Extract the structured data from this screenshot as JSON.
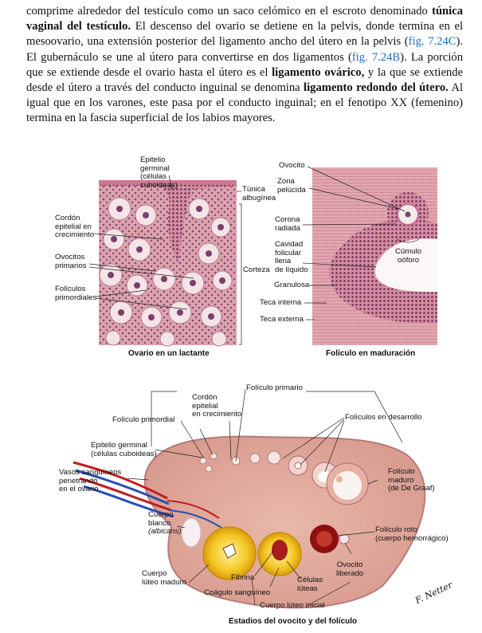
{
  "paragraph": {
    "s1": "comprime alrededor del testículo como un saco celómico en el escroto denominado ",
    "b1": "túnica vaginal del testículo.",
    "s2": " El descenso del ovario se detiene en la pelvis, donde termina en el mesoovario, una extensión posterior del ligamento ancho del útero en la pelvis (",
    "r1": "fig. 7.24C",
    "s3": "). El gubernáculo se une al útero para convertirse en dos ligamentos (",
    "r2": "fig. 7.24B",
    "s4": "). La porción que se extiende desde el ovario hasta el útero es el ",
    "b2": "ligamento ovárico,",
    "s5": " y la que se extiende desde el útero a través del conducto inguinal se denomina ",
    "b3": "ligamento redondo del útero.",
    "s6": " Al igual que en los varones, este pasa por el conducto inguinal; en el fenotipo XX (femenino) termina en la fascia superficial de los labios mayores."
  },
  "figure_left": {
    "caption": "Ovario en un lactante",
    "labels": {
      "epitelio": [
        "Epitelio",
        "germinal",
        "(células",
        "cuboideas)"
      ],
      "tunica": [
        "Túnica",
        "albugínea"
      ],
      "cordon": [
        "Cordón",
        "epitelial en",
        "crecimiento"
      ],
      "ovocitos": [
        "Ovocitos",
        "primarios"
      ],
      "foliculos": [
        "Folículos",
        "primordiales"
      ],
      "corteza": "Corteza"
    }
  },
  "figure_right": {
    "caption": "Folículo en maduración",
    "labels": {
      "ovocito": "Ovocito",
      "zona": [
        "Zona",
        "pelúcida"
      ],
      "corona": [
        "Corona",
        "radiada"
      ],
      "cavidad": [
        "Cavidad",
        "folicular",
        "llena",
        "de líquido"
      ],
      "granulosa": "Granulosa",
      "teca_interna": "Teca interna",
      "teca_externa": "Teca externa",
      "cumulo": [
        "Cúmulo",
        "oóforo"
      ]
    }
  },
  "figure_bottom": {
    "caption": "Estadios del ovocito y del folículo",
    "labels": {
      "foliculo_primario": "Folículo primario",
      "foliculo_primordial": "Folículo primordial",
      "cordon": [
        "Cordón",
        "epitelial",
        "en crecimiento"
      ],
      "foliculos_desarrollo": "Folículos en desarrollo",
      "epitelio": [
        "Epitelio germinal",
        "(células cuboideas)"
      ],
      "vasos": [
        "Vasos sanguíneos",
        "penetrando",
        "en el ovario"
      ],
      "foliculo_maduro": [
        "Folículo",
        "maduro",
        "(de De Graaf)"
      ],
      "cuerpo_blanco": [
        "Cuerpo",
        "blanco",
        "(albicans)"
      ],
      "foliculo_roto": [
        "Folículo roto",
        "(cuerpo hemorrágico)"
      ],
      "ovocito_liberado": [
        "Ovocito",
        "liberado"
      ],
      "cuerpo_luteo_maduro": [
        "Cuerpo",
        "lúteo maduro"
      ],
      "fibrina": "Fibrina",
      "celulas_luteas": [
        "Células",
        "lúteas"
      ],
      "coagulo": "Coágulo sanguíneo",
      "cuerpo_luteo_inicial": "Cuerpo lúteo inicial",
      "signature": "F. Netter"
    }
  },
  "colors": {
    "link": "#1f6fb8",
    "tissue": "#d99aa6",
    "nuclei": "#7a3f6a",
    "yellow": "#f1c21b",
    "blood": "#b11a1a",
    "vessel_blue": "#2a4fb0"
  }
}
